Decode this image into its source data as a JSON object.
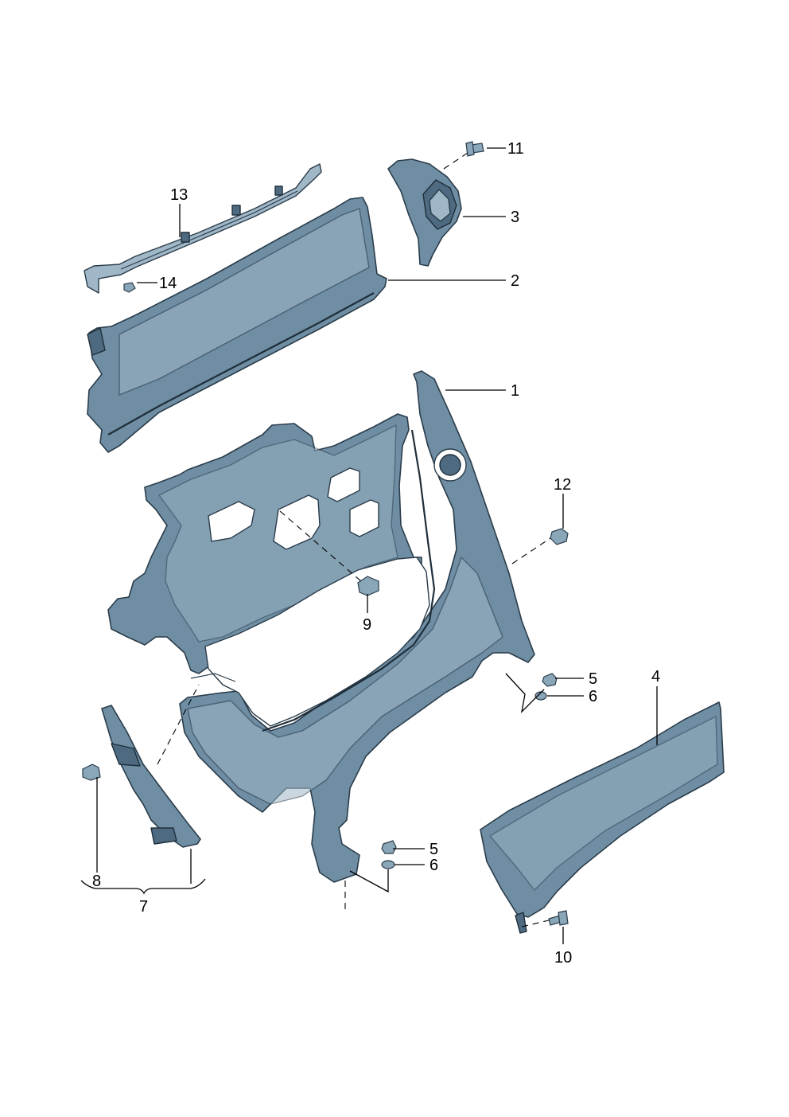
{
  "callouts": [
    {
      "id": "1",
      "label": "1"
    },
    {
      "id": "2",
      "label": "2"
    },
    {
      "id": "3",
      "label": "3"
    },
    {
      "id": "4",
      "label": "4"
    },
    {
      "id": "5a",
      "label": "5"
    },
    {
      "id": "6a",
      "label": "6"
    },
    {
      "id": "5b",
      "label": "5"
    },
    {
      "id": "6b",
      "label": "6"
    },
    {
      "id": "7",
      "label": "7"
    },
    {
      "id": "8",
      "label": "8"
    },
    {
      "id": "9",
      "label": "9"
    },
    {
      "id": "10",
      "label": "10"
    },
    {
      "id": "11",
      "label": "11"
    },
    {
      "id": "12",
      "label": "12"
    },
    {
      "id": "13",
      "label": "13"
    },
    {
      "id": "14",
      "label": "14"
    }
  ],
  "colors": {
    "part": "#6f8ea4",
    "part_light": "#9fb7c7",
    "outline": "#1f2e3a",
    "background": "#ffffff"
  }
}
